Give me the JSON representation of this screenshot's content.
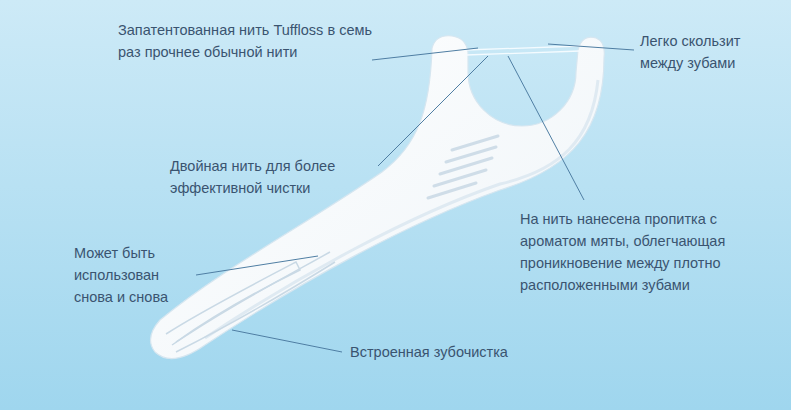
{
  "diagram": {
    "labels": [
      "Запатентованная нить Tuffloss в семь раз прочнее обычной нити",
      "Легко скользит между зубами",
      "Двойная нить для более эффективной чистки",
      "На нить нанесена пропитка с ароматом мяты, облегчающая проникновение между плотно расположенными зубами",
      "Может быть использован снова и снова",
      "Встроенная зубочистка"
    ]
  }
}
